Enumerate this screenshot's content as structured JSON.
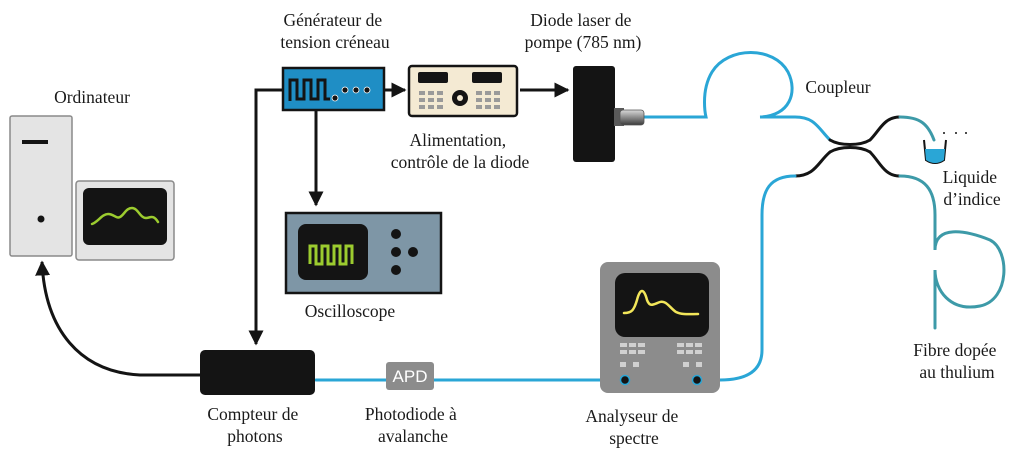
{
  "labels": {
    "generator": [
      "Générateur de",
      "tension créneau"
    ],
    "laser_diode": [
      "Diode laser de",
      "pompe (785 nm)"
    ],
    "computer": "Ordinateur",
    "coupler": "Coupleur",
    "power_supply": [
      "Alimentation,",
      "contrôle de la diode"
    ],
    "index_liquid": [
      "Liquide",
      "d’indice"
    ],
    "oscilloscope": "Oscilloscope",
    "thulium_fiber": [
      "Fibre dopée",
      "au thulium"
    ],
    "photon_counter": [
      "Compteur de",
      "photons"
    ],
    "apd_description": [
      "Photodiode à",
      "avalanche"
    ],
    "apd": "APD",
    "spectrum_analyzer": [
      "Analyseur de",
      "spectre"
    ]
  },
  "colors": {
    "fiber": "#2aa6d6",
    "doped_fiber": "#3d9aa8",
    "generator_panel": "#1f8ec5",
    "oscilloscope_body": "#7e96a6",
    "screen": "#111111",
    "trace_yellow": "#f2e65a",
    "trace_green": "#9ccc2f",
    "black_box": "#141414",
    "apd_box": "#8c8c8c",
    "power_supply_body": "#f4ead3"
  },
  "icons": {
    "generator": "square-wave-icon",
    "oscilloscope": "square-wave-icon",
    "spectrum": "spectrum-peak-icon",
    "computer_screen": "waveform-icon"
  }
}
